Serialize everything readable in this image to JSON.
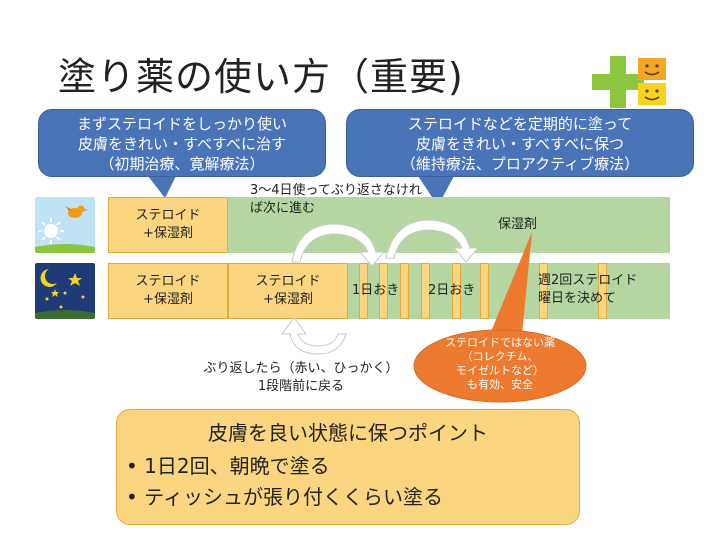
{
  "slide": {
    "title": "塗り薬の使い方（重要)",
    "callout_left": [
      "まずステロイドをしっかり使い",
      "皮膚をきれい・すべすべに治す",
      "（初期治療、寛解療法）"
    ],
    "callout_right": [
      "ステロイドなどを定期的に塗って",
      "皮膚をきれい・すべすべに保つ",
      "（維持療法、プロアクティブ療法）"
    ],
    "note_top": "3〜4日使ってぶり返さなければ次に進む",
    "day_row": {
      "steroid_line1": "ステロイド",
      "steroid_line2": "+保湿剤",
      "moisturizer": "保湿剤"
    },
    "night_row": {
      "box1_line1": "ステロイド",
      "box1_line2": "+保湿剤",
      "box2_line1": "ステロイド",
      "box2_line2": "+保湿剤",
      "every_other_1": "1日おき",
      "every_other_2": "2日おき",
      "weekly_line1": "週2回ステロイド",
      "weekly_line2": "曜日を決めて"
    },
    "relapse_line1": "ぶり返したら（赤い、ひっかく）",
    "relapse_line2": "1段階前に戻る",
    "bubble": [
      "ステロイドではない薬",
      "（コレクチム、",
      "モイゼルトなど）",
      "も有効、安全"
    ],
    "points": {
      "title": "皮膚を良い状態に保つポイント",
      "items": [
        "1日2回、朝晩で塗る",
        "ティッシュが張り付くくらい塗る"
      ]
    },
    "colors": {
      "callout_blue": "#4a74b8",
      "row_green": "#b5d6a0",
      "steroid_yellow": "#fbd57f",
      "bubble_orange": "#ee7a2f"
    }
  }
}
